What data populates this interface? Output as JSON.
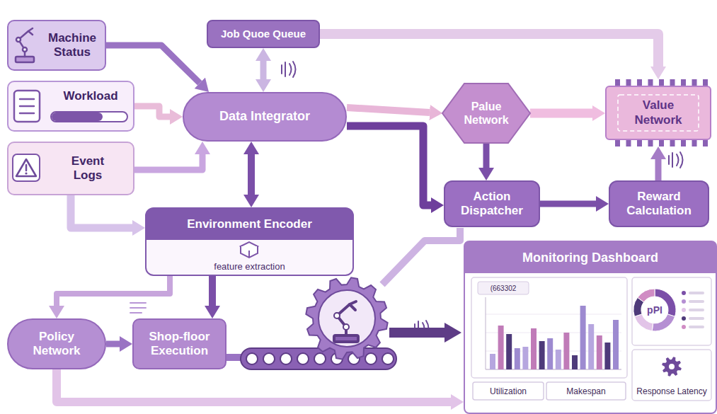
{
  "diagram": {
    "nodes": [
      {
        "text": [
          "Machine Status"
        ]
      },
      {
        "text": [
          "Workload"
        ]
      },
      {
        "text": [
          "Event Logs"
        ]
      },
      {
        "text": [
          "Job Quoe Queue"
        ]
      },
      {
        "text": [
          "Data Integrator"
        ]
      },
      {
        "text": [
          "Palue Network"
        ]
      },
      {
        "text": [
          "Value Network"
        ]
      },
      {
        "text": [
          "Action Dispatcher"
        ]
      },
      {
        "text": [
          "Reward Calculation"
        ]
      },
      {
        "text": [
          "Environment Encoder",
          "feature extraction"
        ]
      },
      {
        "text": [
          "Monitoring Dashboard"
        ]
      },
      {
        "text": [
          "Policy Network"
        ]
      },
      {
        "text": [
          "Shop-floor Execution"
        ]
      }
    ],
    "edges": [
      {
        "from": 0,
        "to": 4,
        "arrow": "to"
      },
      {
        "from": 1,
        "to": 4,
        "arrow": "to"
      },
      {
        "from": 2,
        "to": 4,
        "arrow": "to"
      },
      {
        "from": 2,
        "to": 9,
        "arrow": "to"
      },
      {
        "from": 3,
        "to": 4,
        "arrow": "both"
      },
      {
        "from": 4,
        "to": 9,
        "arrow": "both"
      },
      {
        "from": 4,
        "to": 5,
        "arrow": "to"
      },
      {
        "from": 4,
        "to": 7,
        "arrow": "to"
      },
      {
        "from": 5,
        "to": 7,
        "arrow": "to"
      },
      {
        "from": 5,
        "to": 6,
        "arrow": "to"
      },
      {
        "from": 3,
        "to": 6,
        "arrow": "to"
      },
      {
        "from": 7,
        "to": 8,
        "arrow": "to"
      },
      {
        "from": 8,
        "to": 6,
        "arrow": "to"
      },
      {
        "from": 9,
        "to": 11,
        "arrow": "to"
      },
      {
        "from": 9,
        "to": 12,
        "arrow": "to"
      },
      {
        "from": 11,
        "to": 12,
        "arrow": "to"
      },
      {
        "from": 11,
        "to": 10,
        "arrow": "to"
      }
    ],
    "labels": [
      "(663302",
      "pPI",
      "Utilization",
      "Makespan",
      "Response Latency"
    ]
  }
}
